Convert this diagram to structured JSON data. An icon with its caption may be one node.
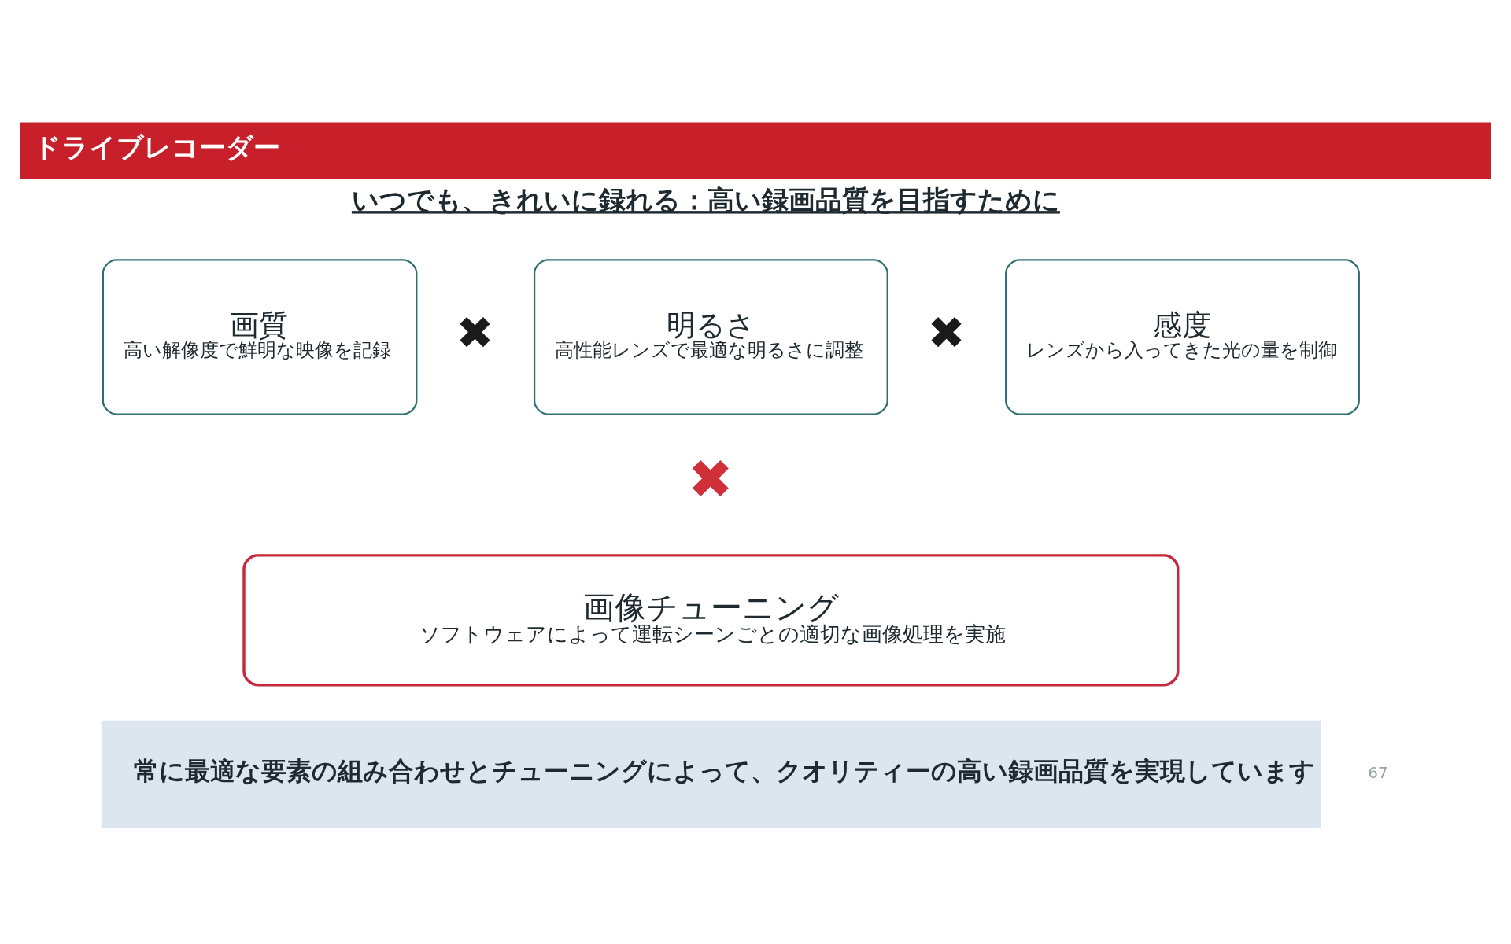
{
  "diagram": {
    "title": "ドライブレコーダー",
    "nodes": [
      {
        "text": [
          "画質",
          "高い解像度で鮮明な映像を記録"
        ]
      },
      {
        "text": [
          "明るさ",
          "高性能レンズで最適な明るさに調整"
        ]
      },
      {
        "text": [
          "感度",
          "レンズから入ってきた光の量を制御"
        ]
      },
      {
        "text": [
          "画像チューニング",
          "ソフトウェアによって運転シーンごとの適切な画像処理を実施"
        ]
      },
      {
        "text": [
          "常に最適な要素の組み合わせとチューニングによって、クオリティーの高い録画品質を実現しています"
        ]
      }
    ],
    "labels": [
      "いつでも、きれいに録れる：高い録画品質を目指すために",
      "✖",
      "✖",
      "✖",
      "67"
    ]
  }
}
